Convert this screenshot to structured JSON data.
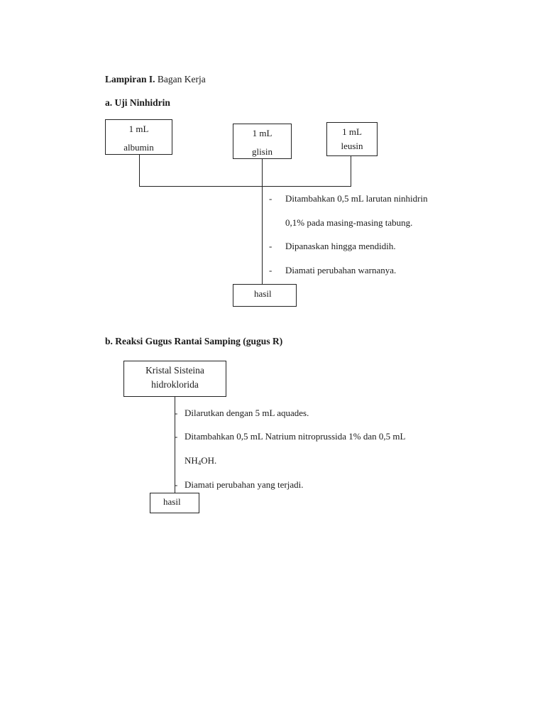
{
  "page": {
    "appendix_bold": "Lampiran I.",
    "appendix_title": "Bagan Kerja"
  },
  "section_a": {
    "title": "a. Uji Ninhidrin",
    "boxes": [
      {
        "line1": "1 mL",
        "line2": "albumin"
      },
      {
        "line1": "1 mL",
        "line2": "glisin"
      },
      {
        "line1": "1 mL",
        "line2": "leusin"
      }
    ],
    "dash": "-",
    "steps": [
      "Ditambahkan 0,5 mL larutan ninhidrin",
      "0,1% pada masing-masing tabung.",
      "Dipanaskan hingga mendidih.",
      "Diamati perubahan warnanya."
    ],
    "result": "hasil"
  },
  "section_b": {
    "title": "b.  Reaksi Gugus Rantai Samping (gugus R)",
    "box": {
      "line1": "Kristal Sisteina",
      "line2": "hidroklorida"
    },
    "dash": "-",
    "steps": [
      "Dilarutkan dengan 5 mL aquades.",
      "Ditambahkan 0,5 mL Natrium nitroprussida 1% dan 0,5 mL"
    ],
    "nh4oh": {
      "pre": "NH",
      "sub": "4",
      "post": "OH."
    },
    "step_last": "Diamati perubahan yang terjadi.",
    "result": "hasil"
  }
}
